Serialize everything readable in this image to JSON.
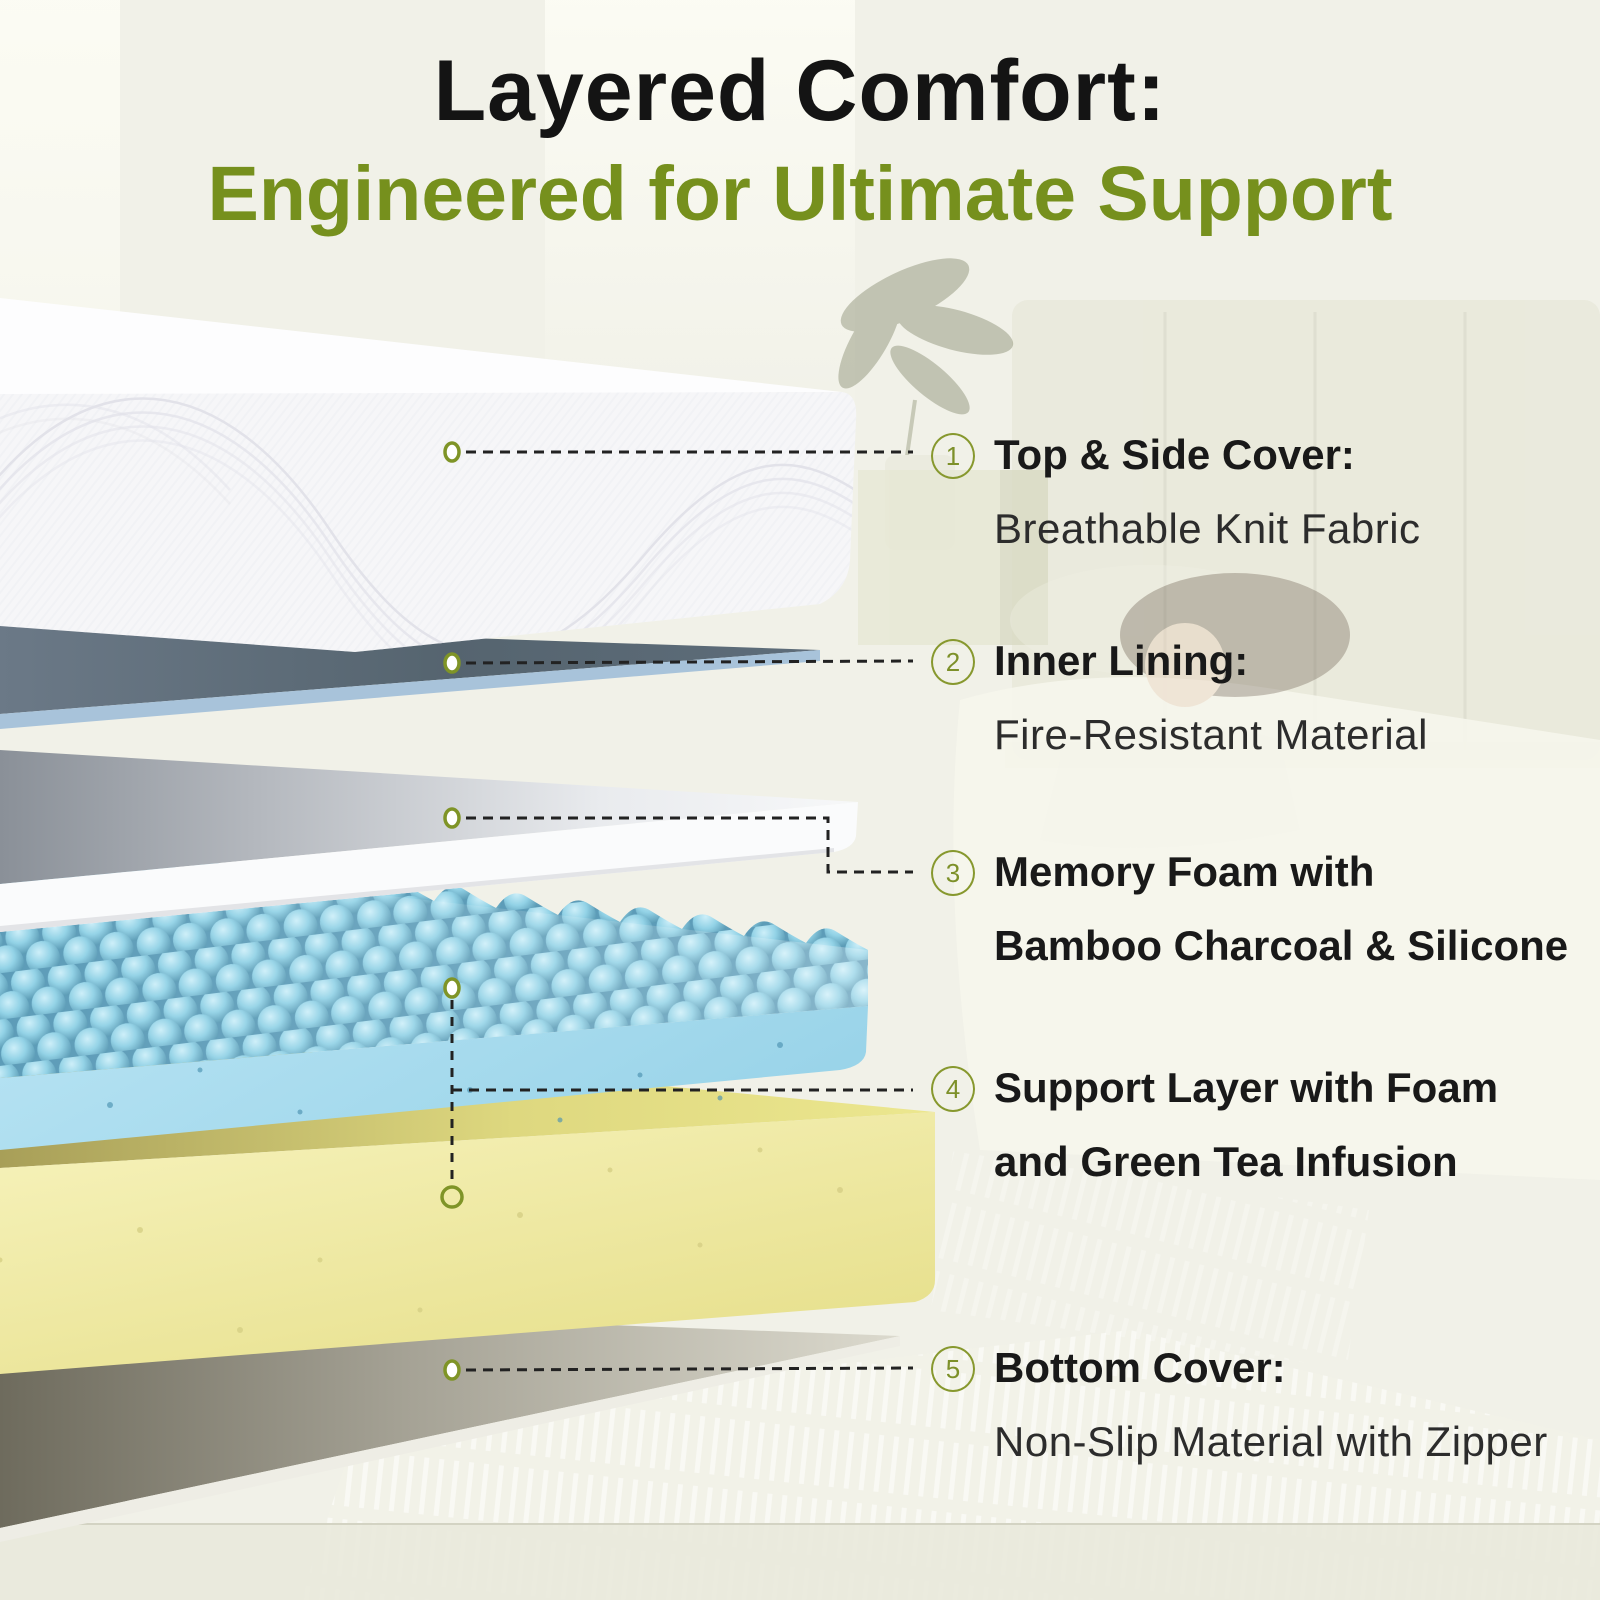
{
  "title": {
    "line1": "Layered Comfort:",
    "line2": "Engineered for Ultimate Support"
  },
  "callouts": [
    {
      "number": "1",
      "heading": "Top & Side Cover:",
      "heading2": "",
      "subtext": "Breathable Knit Fabric"
    },
    {
      "number": "2",
      "heading": "Inner Lining:",
      "heading2": "",
      "subtext": "Fire-Resistant Material"
    },
    {
      "number": "3",
      "heading": "Memory Foam with",
      "heading2": "Bamboo Charcoal & Silicone",
      "subtext": ""
    },
    {
      "number": "4",
      "heading": "Support Layer with Foam",
      "heading2": "and Green Tea Infusion",
      "subtext": ""
    },
    {
      "number": "5",
      "heading": "Bottom Cover:",
      "heading2": "",
      "subtext": "Non-Slip Material with Zipper"
    }
  ],
  "palette": {
    "background": "#f1f1e8",
    "title_black": "#141414",
    "accent_green": "#76901d",
    "badge_green": "#87982e",
    "leader_line": "#222222",
    "cover_white": "#f6f6f8",
    "lining_slate": "#5a6977",
    "lining_edge": "#a8c3da",
    "memory_foam_white": "#fafbfc",
    "egg_crate_blue": "#9ed6ea",
    "support_yellow": "#efe9a2",
    "bottom_cover_gray": "#b5b2a5"
  },
  "layers": [
    {
      "id": "1",
      "name": "top-side-cover",
      "color": "#f6f6f8"
    },
    {
      "id": "2",
      "name": "inner-lining",
      "color": "#5a6977"
    },
    {
      "id": "3",
      "name": "memory-foam",
      "color": "#fafbfc"
    },
    {
      "id": "4",
      "name": "egg-crate-foam",
      "color": "#9ed6ea"
    },
    {
      "id": "5",
      "name": "support-foam",
      "color": "#efe9a2"
    },
    {
      "id": "6",
      "name": "bottom-cover",
      "color": "#b5b2a5"
    }
  ]
}
